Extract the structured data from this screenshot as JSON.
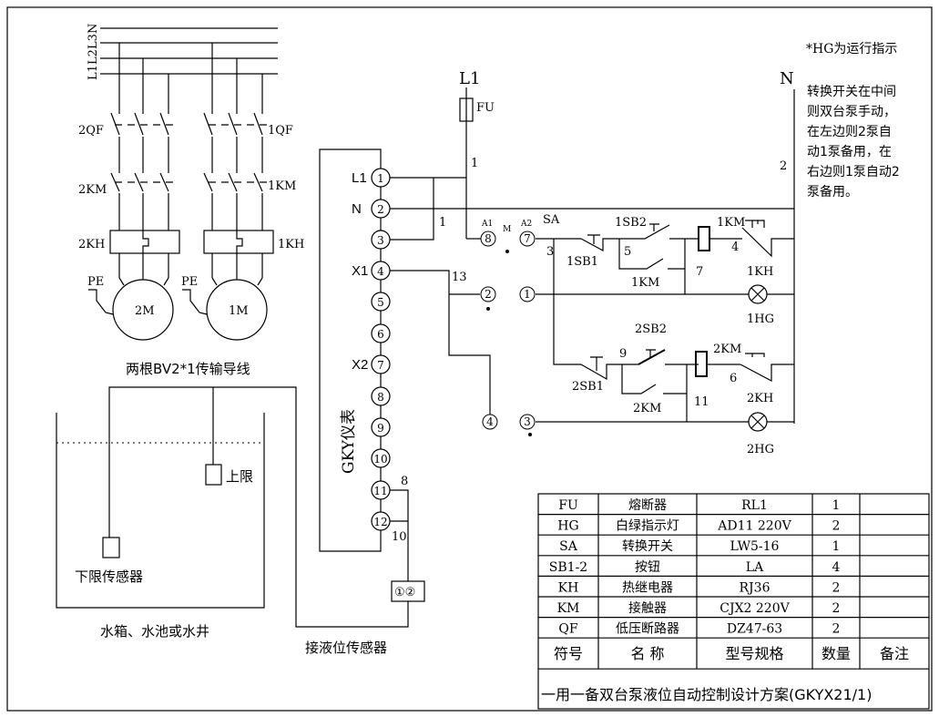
{
  "power_circuit": {
    "bus_labels": [
      "L1",
      "L2",
      "L3",
      "N"
    ],
    "breaker_left": "2QF",
    "breaker_right": "1QF",
    "contactor_left": "2KM",
    "contactor_right": "1KM",
    "relay_left": "2KH",
    "relay_right": "1KH",
    "pe_left": "PE",
    "pe_right": "PE",
    "motor_left": "2M",
    "motor_right": "1M",
    "cable_note": "两根BV2*1传输导线"
  },
  "tank": {
    "upper_label": "上限",
    "lower_label": "下限传感器",
    "caption": "水箱、水池或水井",
    "sensor_terminal": "①②",
    "sensor_caption": "接液位传感器"
  },
  "meter": {
    "title": "GKY仪表",
    "terminal_labels": {
      "t1": "L1",
      "t2": "N",
      "t4": "X1",
      "t7": "X2"
    },
    "terminals": [
      "1",
      "2",
      "3",
      "4",
      "5",
      "6",
      "7",
      "8",
      "9",
      "10",
      "11",
      "12"
    ],
    "wire_numbers": {
      "w1": "1",
      "w1b": "1",
      "w13": "13",
      "w8": "8",
      "w10": "10"
    }
  },
  "control_circuit": {
    "supply": "L1",
    "neutral": "N",
    "fuse": "FU",
    "wire2": "2",
    "switch": "SA",
    "sa_a1": "A1",
    "sa_m": "M",
    "sa_a2": "A2",
    "sa_contacts": [
      "8",
      "7",
      "2",
      "1",
      "4",
      "3"
    ],
    "row1": {
      "stop": "1SB1",
      "start": "1SB2",
      "coil": "1KM",
      "hold": "1KM",
      "overload": "1KH",
      "lamp": "1HG",
      "nodes": [
        "3",
        "5",
        "7",
        "4"
      ]
    },
    "row2": {
      "stop": "2SB1",
      "start": "2SB2",
      "coil": "2KM",
      "hold": "2KM",
      "overload": "2KH",
      "lamp": "2HG",
      "nodes": [
        "9",
        "11",
        "6"
      ]
    }
  },
  "notes": {
    "hg_note": "*HG为运行指示",
    "sa_note": [
      "转换开关在中间",
      "则双台泵手动，",
      "在左边则2泵自",
      "动1泵备用，在",
      "右边则1泵自动2",
      "泵备用。"
    ]
  },
  "parts_table": {
    "rows": [
      [
        "FU",
        "熔断器",
        "RL1",
        "1",
        ""
      ],
      [
        "HG",
        "白绿指示灯",
        "AD11 220V",
        "2",
        ""
      ],
      [
        "SA",
        "转换开关",
        "LW5-16",
        "1",
        ""
      ],
      [
        "SB1-2",
        "按钮",
        "LA",
        "4",
        ""
      ],
      [
        "KH",
        "热继电器",
        "RJ36",
        "2",
        ""
      ],
      [
        "KM",
        "接触器",
        "CJX2  220V",
        "2",
        ""
      ],
      [
        "QF",
        "低压断路器",
        "DZ47-63",
        "2",
        ""
      ]
    ],
    "headers": [
      "符号",
      "名 称",
      "型号规格",
      "数量",
      "备注"
    ],
    "title": "一用一备双台泵液位自动控制设计方案(GKYX21/1)"
  }
}
